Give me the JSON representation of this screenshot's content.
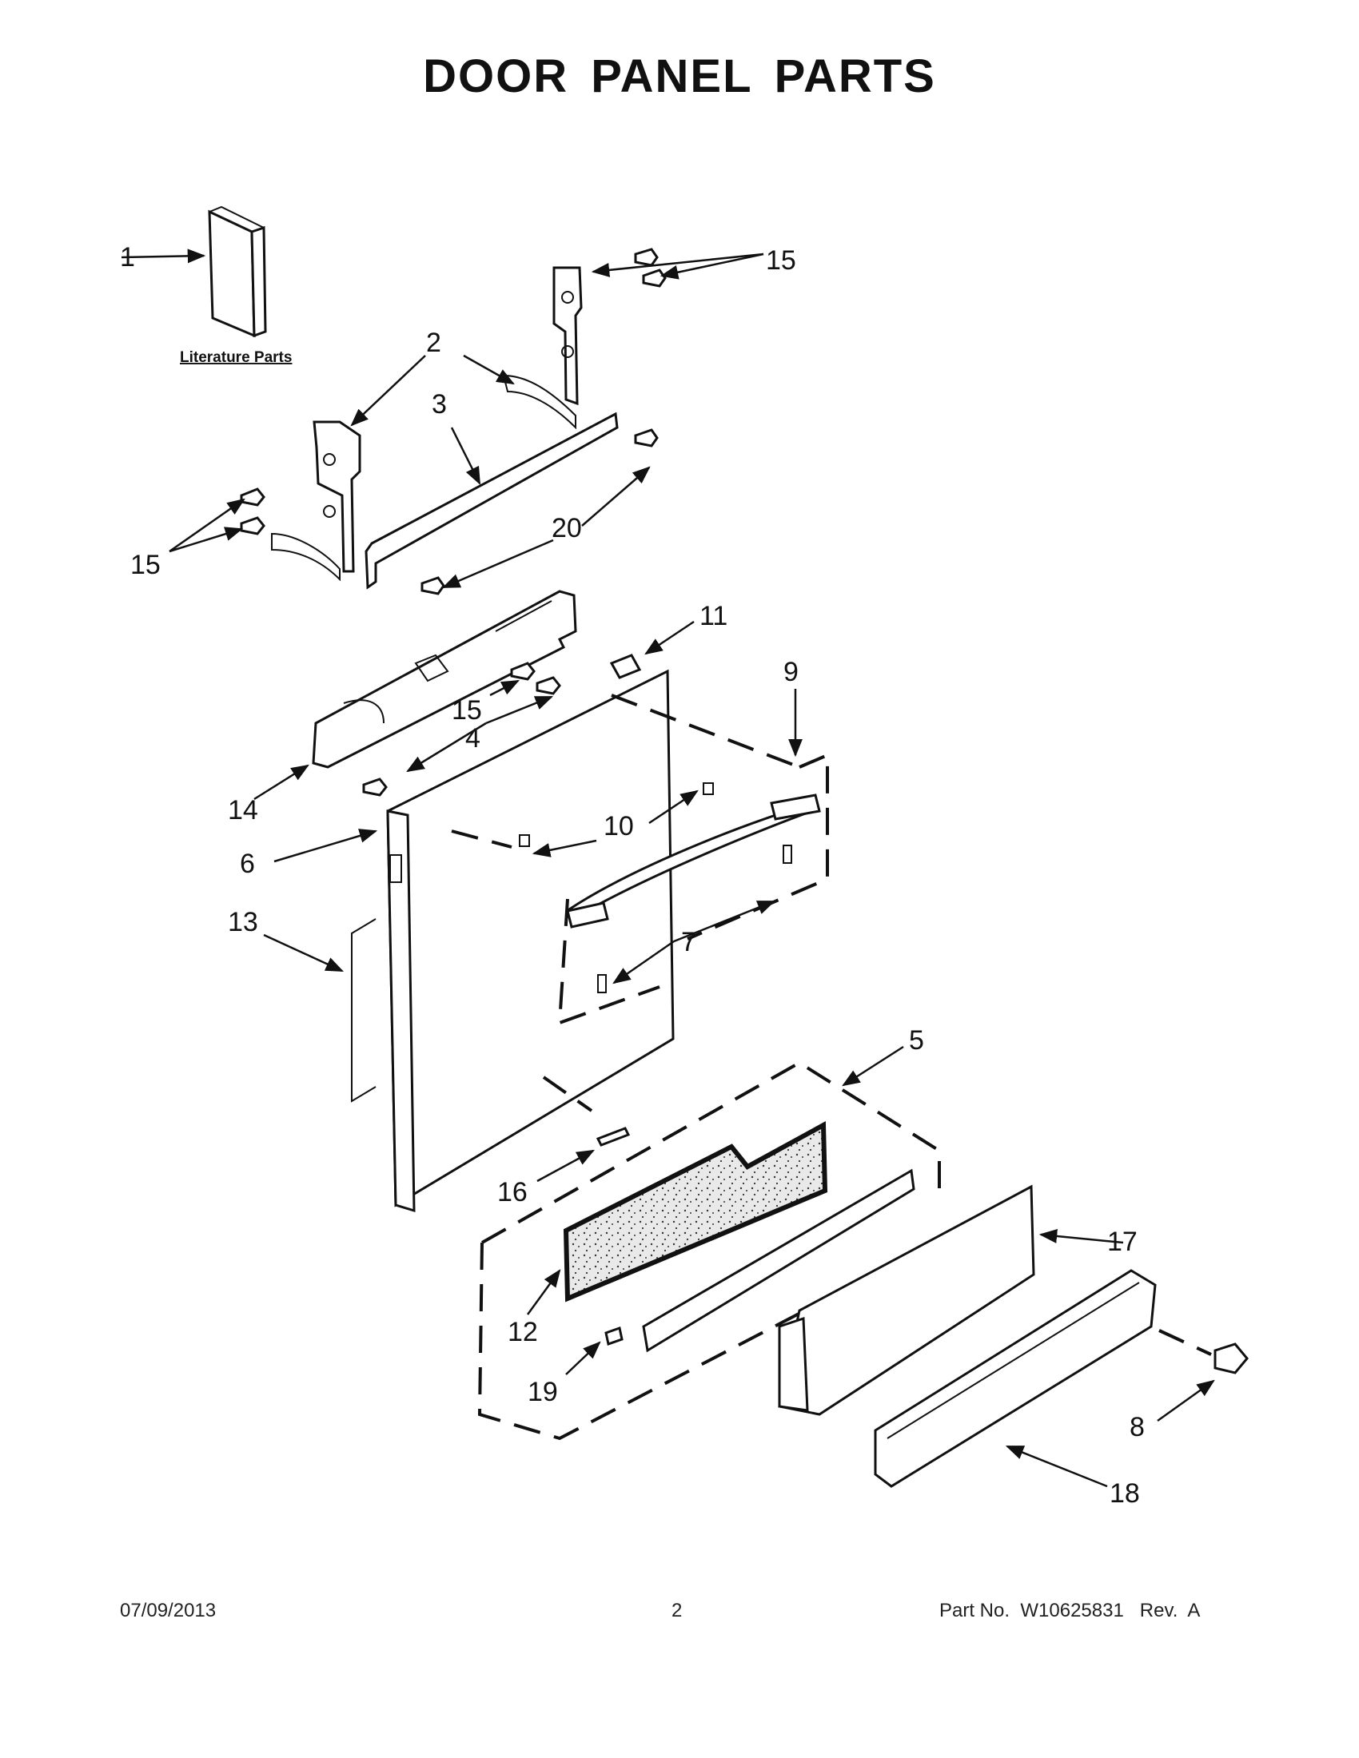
{
  "title": "DOOR PANEL PARTS",
  "literature_label": "Literature Parts",
  "callouts": {
    "c1": "1",
    "c2": "2",
    "c3": "3",
    "c4": "4",
    "c5": "5",
    "c6": "6",
    "c7": "7",
    "c8": "8",
    "c9": "9",
    "c10": "10",
    "c11": "11",
    "c12": "12",
    "c13": "13",
    "c14": "14",
    "c15a": "15",
    "c15b": "15",
    "c15c": "15",
    "c16": "16",
    "c17": "17",
    "c18": "18",
    "c19": "19",
    "c20": "20"
  },
  "footer": {
    "date": "07/09/2013",
    "page": "2",
    "part_no": "Part No.  W10625831   Rev.  A"
  }
}
